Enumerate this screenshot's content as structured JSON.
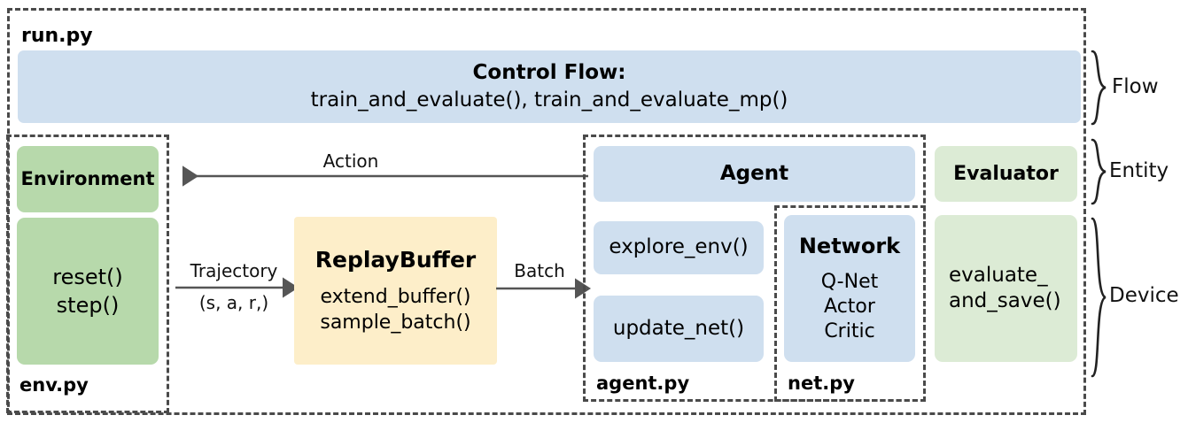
{
  "diagram": {
    "outer_file": "run.py",
    "control_flow": {
      "title": "Control Flow:",
      "functions": "train_and_evaluate(),  train_and_evaluate_mp()"
    },
    "env_group": {
      "file": "env.py",
      "entity": "Environment",
      "methods_line1": "reset()",
      "methods_line2": "step()"
    },
    "replay_buffer": {
      "title": "ReplayBuffer",
      "methods_line1": "extend_buffer()",
      "methods_line2": "sample_batch()"
    },
    "agent_group": {
      "file": "agent.py",
      "entity": "Agent",
      "method1": "explore_env()",
      "method2": "update_net()"
    },
    "net_group": {
      "file": "net.py",
      "entity": "Network",
      "items_line1": "Q-Net",
      "items_line2": "Actor",
      "items_line3": "Critic"
    },
    "evaluator_group": {
      "entity": "Evaluator",
      "method_line1": "evaluate_",
      "method_line2": "and_save()"
    },
    "arrows": [
      {
        "name": "action",
        "label": "Action"
      },
      {
        "name": "trajectory",
        "label": "Trajectory",
        "sublabel": "(s, a, r,)"
      },
      {
        "name": "batch",
        "label": "Batch"
      }
    ],
    "row_braces": [
      {
        "name": "flow",
        "label": "Flow"
      },
      {
        "name": "entity",
        "label": "Entity"
      },
      {
        "name": "device",
        "label": "Device"
      }
    ],
    "colors": {
      "blue": "#cfdfef",
      "green": "#b7d9ab",
      "green_light": "#dcebd5",
      "yellow": "#fdeec9",
      "dash": "#4a4a4a",
      "arrow": "#555555"
    }
  }
}
